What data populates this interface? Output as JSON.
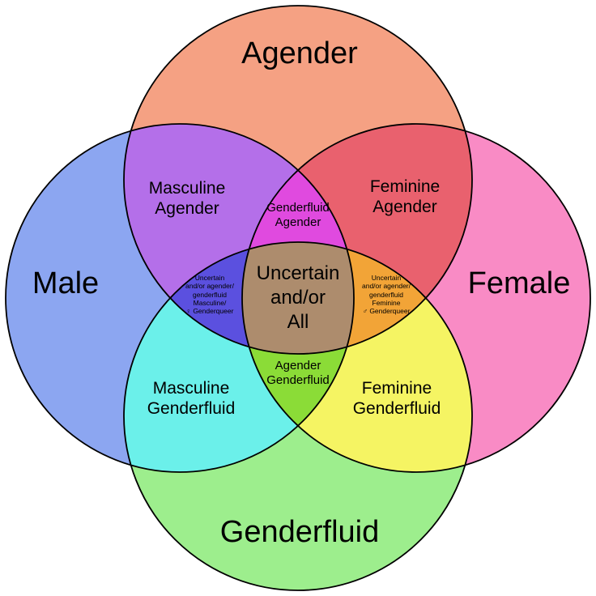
{
  "diagram": {
    "type": "venn",
    "background_color": "#FFFFFF",
    "outline_color": "#000000",
    "text_color": "#000000",
    "circles": {
      "agender": {
        "label": "Agender",
        "color": "#F5A183",
        "position": "top"
      },
      "male": {
        "label": "Male",
        "color": "#8CA6F1",
        "position": "left"
      },
      "female": {
        "label": "Female",
        "color": "#F98BC5",
        "position": "right"
      },
      "genderfluid": {
        "label": "Genderfluid",
        "color": "#9DEE8D",
        "position": "bottom"
      }
    },
    "regions": {
      "masculine_agender": {
        "lines": [
          "Masculine",
          "Agender"
        ],
        "color": "#B46FE9",
        "overlap_of": [
          "Male",
          "Agender"
        ]
      },
      "feminine_agender": {
        "lines": [
          "Feminine",
          "Agender"
        ],
        "color": "#E9616E",
        "overlap_of": [
          "Female",
          "Agender"
        ]
      },
      "genderfluid_agender": {
        "lines": [
          "Genderfluid",
          "Agender"
        ],
        "color": "#E04ADF",
        "overlap_of": [
          "Male",
          "Female",
          "Agender"
        ]
      },
      "masculine_genderfluid": {
        "lines": [
          "Masculine",
          "Genderfluid"
        ],
        "color": "#6BF0EA",
        "overlap_of": [
          "Male",
          "Genderfluid"
        ]
      },
      "feminine_genderfluid": {
        "lines": [
          "Feminine",
          "Genderfluid"
        ],
        "color": "#F5F463",
        "overlap_of": [
          "Female",
          "Genderfluid"
        ]
      },
      "agender_genderfluid": {
        "lines": [
          "Agender",
          "Genderfluid"
        ],
        "color": "#8BDC37",
        "overlap_of": [
          "Male",
          "Female",
          "Genderfluid"
        ]
      },
      "uncertain_masculine": {
        "lines": [
          "Uncertain",
          "and/or agender/",
          "genderfluid",
          "Masculine/",
          "♀ Genderqueer"
        ],
        "color": "#5B50DF",
        "overlap_of": [
          "Male",
          "Agender",
          "Genderfluid"
        ]
      },
      "uncertain_feminine": {
        "lines": [
          "Uncertain",
          "and/or agender/",
          "genderfluid",
          "Feminine",
          "♂ Genderqueer"
        ],
        "color": "#F2A437",
        "overlap_of": [
          "Female",
          "Agender",
          "Genderfluid"
        ]
      },
      "uncertain_all": {
        "lines": [
          "Uncertain",
          "and/or",
          "All"
        ],
        "color": "#AD8C6D",
        "overlap_of": [
          "Male",
          "Female",
          "Agender",
          "Genderfluid"
        ]
      }
    }
  }
}
